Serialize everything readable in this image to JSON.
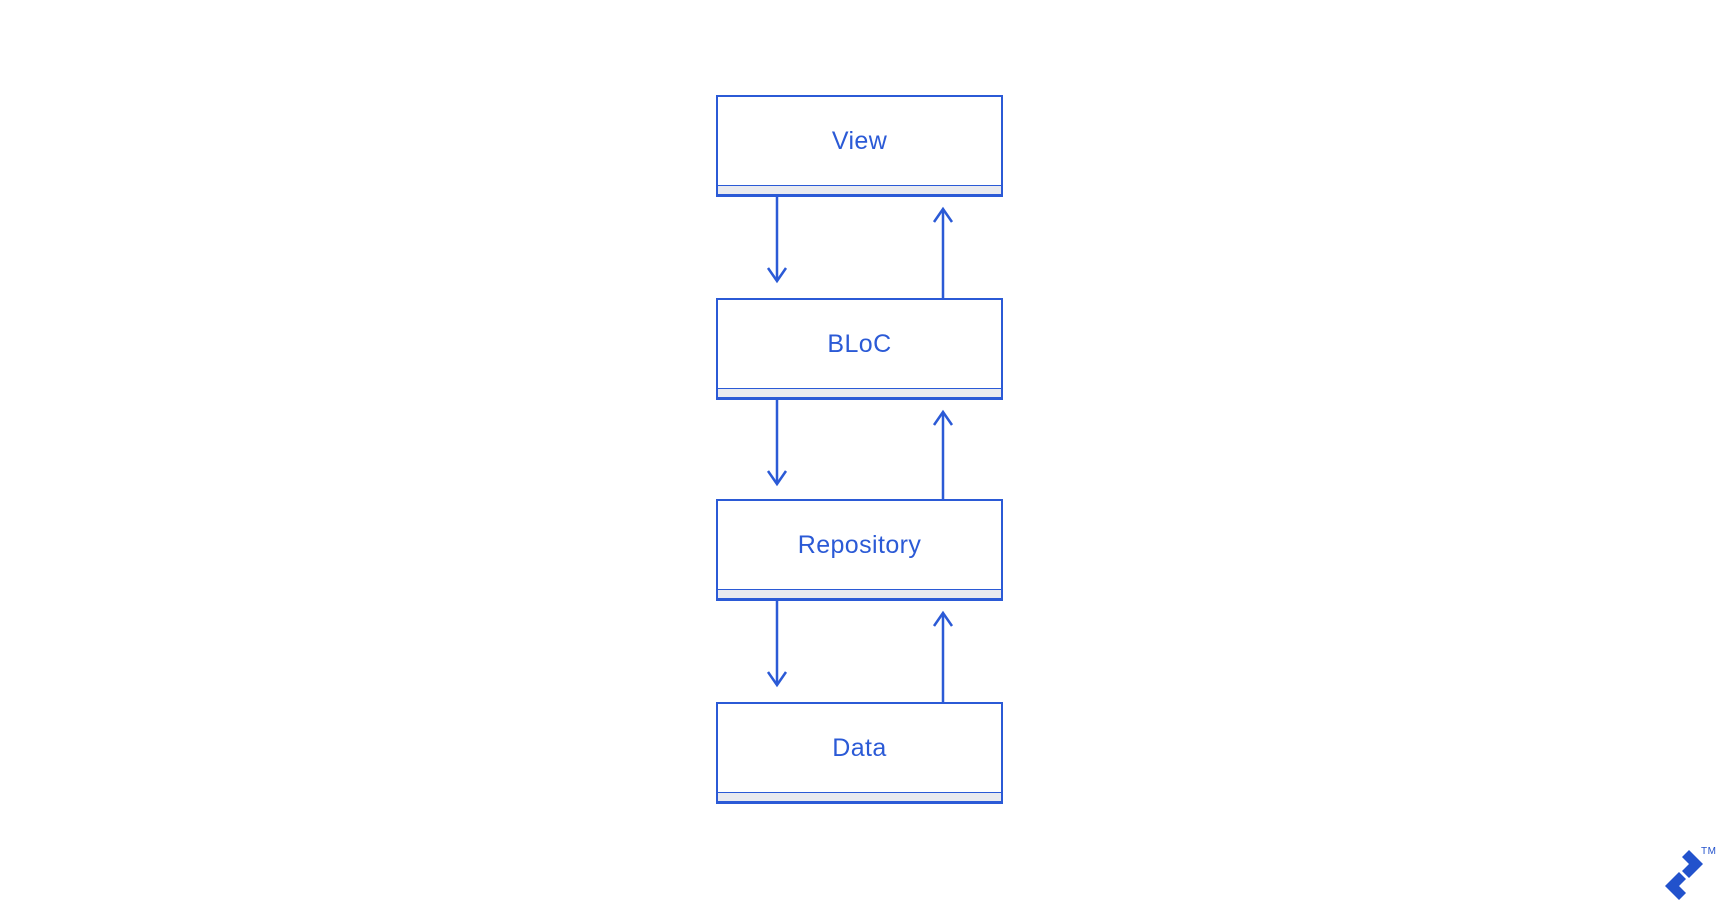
{
  "theme": {
    "diagram_blue": "#2b5ad6",
    "logo_blue": "#2252cc",
    "strip_fill": "#e9eaef",
    "background": "#ffffff"
  },
  "diagram": {
    "type": "architecture-flow",
    "nodes": [
      {
        "id": "view",
        "label": "View"
      },
      {
        "id": "bloc",
        "label": "BLoC"
      },
      {
        "id": "repository",
        "label": "Repository"
      },
      {
        "id": "data",
        "label": "Data"
      }
    ],
    "edges": [
      {
        "from": "View",
        "to": "BLoC",
        "direction": "down"
      },
      {
        "from": "BLoC",
        "to": "View",
        "direction": "up"
      },
      {
        "from": "BLoC",
        "to": "Repository",
        "direction": "down"
      },
      {
        "from": "Repository",
        "to": "BLoC",
        "direction": "up"
      },
      {
        "from": "Repository",
        "to": "Data",
        "direction": "down"
      },
      {
        "from": "Data",
        "to": "Repository",
        "direction": "up"
      }
    ]
  },
  "branding": {
    "trademark_label": "TM",
    "logo": "toptal-logo-icon"
  }
}
